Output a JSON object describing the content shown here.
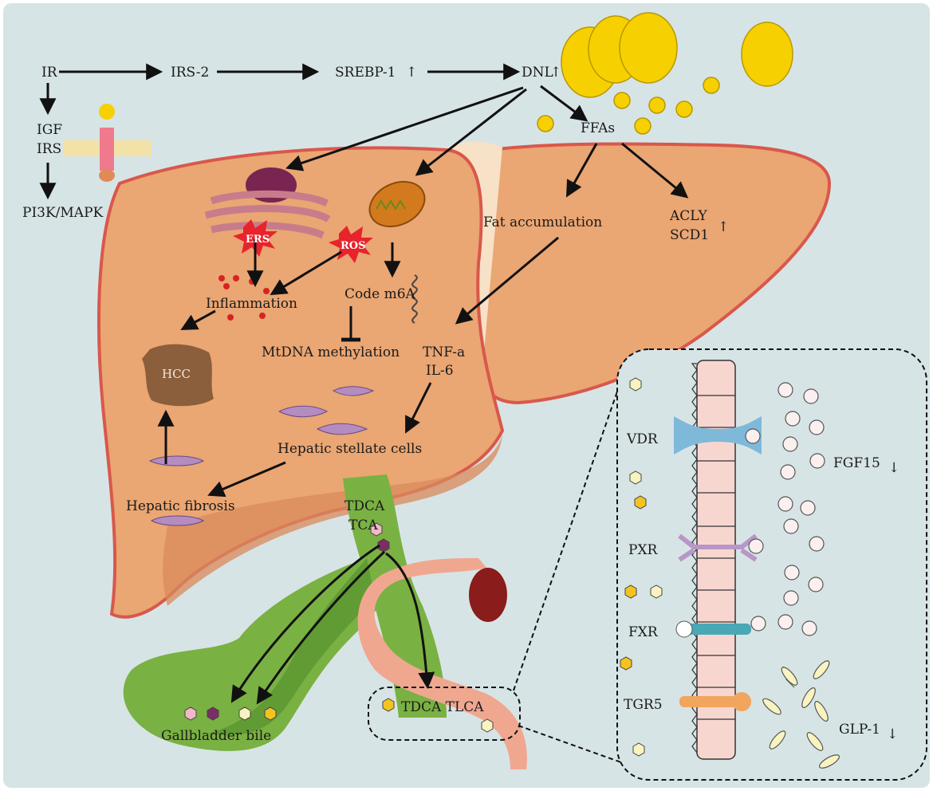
{
  "colors": {
    "background": "#d7e4e6",
    "liver": "#eaa673",
    "liver_border": "#d8584b",
    "liver_dark": "#d98a5b",
    "gallbladder": "#7ab143",
    "gallbladder_dark": "#4f8e2a",
    "intestine": "#f0a790",
    "fat_droplet": "#f6d000",
    "stress_burst": "#e8232b",
    "bile_acid_yellow": "#f3c41f",
    "bile_acid_pink": "#f2b8c8",
    "bile_acid_purple": "#7b2e63",
    "enterocyte": "#f8d6d0"
  },
  "labels": {
    "ir": "IR",
    "irs2": "IRS-2",
    "srebp1": "SREBP-1",
    "dnl": "DNL",
    "igf": "IGF",
    "irs": "IRS",
    "pi3k": "PI3K/MAPK",
    "ffas": "FFAs",
    "fat_accumulation": "Fat accumulation",
    "acly": "ACLY",
    "scd1": "SCD1",
    "ers": "ERS",
    "ros": "ROS",
    "inflammation": "Inflammation",
    "code_m6a": "Code m6A",
    "mtdna": "MtDNA methylation",
    "tnf": "TNF-a",
    "il6": "IL-6",
    "hcc": "HCC",
    "hsc": "Hepatic stellate cells",
    "fibrosis": "Hepatic fibrosis",
    "tdca": "TDCA",
    "tca": "TCA",
    "tdca_tlca": "TDCA TLCA",
    "gallbladder_bile": "Gallbladder bile",
    "vdr": "VDR",
    "pxr": "PXR",
    "fxr": "FXR",
    "tgr5": "TGR5",
    "fgf15": "FGF15",
    "glp1": "GLP-1"
  },
  "arrows": {
    "up": "↑",
    "down": "↓"
  }
}
